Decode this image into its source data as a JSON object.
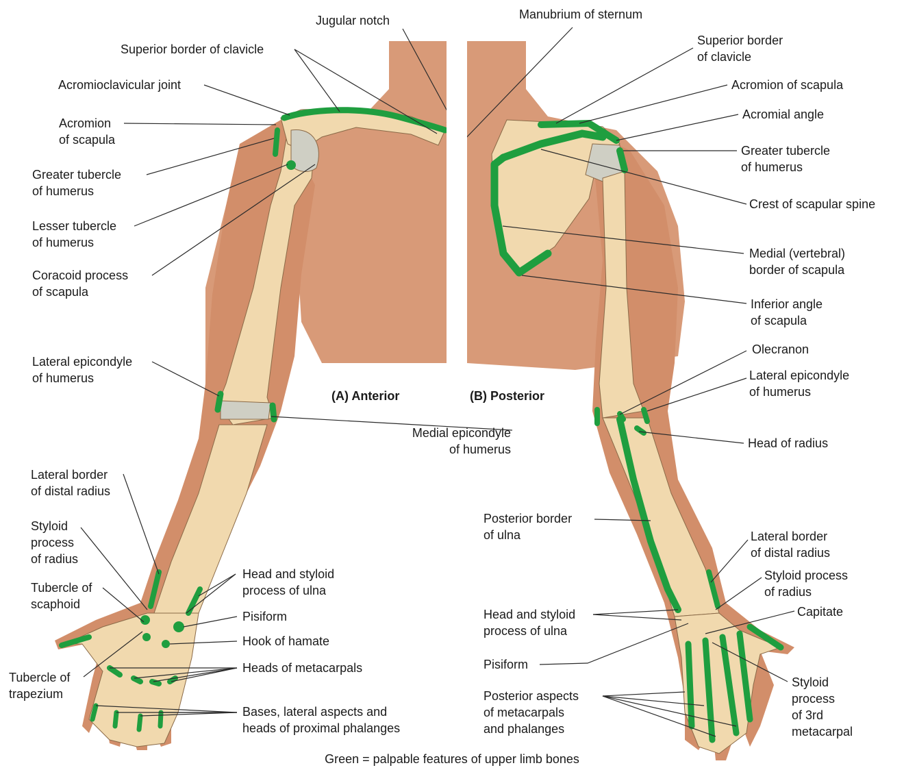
{
  "views": {
    "anterior": "(A)  Anterior",
    "posterior": "(B)  Posterior"
  },
  "legend": "Green = palpable features of upper limb bones",
  "colors": {
    "skin": "#d89a78",
    "skin_shadow": "#b86d4c",
    "bone": "#f1d9ae",
    "cartilage": "#cfcfc4",
    "palpable": "#1f9e3f",
    "leader": "#2b2b2b"
  },
  "labels_anterior": {
    "jugular_notch": "Jugular notch",
    "superior_border_clavicle": "Superior border of clavicle",
    "acromioclavicular_joint": "Acromioclavicular joint",
    "acromion": "Acromion\nof scapula",
    "greater_tubercle": "Greater tubercle\nof humerus",
    "lesser_tubercle": "Lesser tubercle\nof humerus",
    "coracoid_process": "Coracoid process\nof scapula",
    "lateral_epicondyle": "Lateral epicondyle\nof humerus",
    "lateral_border_radius": "Lateral border\nof distal radius",
    "styloid_radius": "Styloid\nprocess\nof radius",
    "tubercle_scaphoid": "Tubercle of\nscaphoid",
    "tubercle_trapezium": "Tubercle of\ntrapezium",
    "head_styloid_ulna": "Head and styloid\nprocess of ulna",
    "pisiform": "Pisiform",
    "hook_hamate": "Hook of hamate",
    "heads_metacarpals": "Heads of metacarpals",
    "bases_phalanges": "Bases, lateral aspects and\nheads of proximal phalanges"
  },
  "labels_posterior": {
    "manubrium": "Manubrium of sternum",
    "superior_border_clavicle": "Superior border\nof clavicle",
    "acromion": "Acromion of scapula",
    "acromial_angle": "Acromial angle",
    "greater_tubercle": "Greater tubercle\nof humerus",
    "crest_spine": "Crest of scapular spine",
    "medial_border": "Medial (vertebral)\nborder of scapula",
    "inferior_angle": "Inferior angle\nof scapula",
    "olecranon": "Olecranon",
    "lateral_epicondyle": "Lateral epicondyle\nof humerus",
    "head_radius": "Head of radius",
    "posterior_border_ulna": "Posterior border\nof ulna",
    "lateral_border_radius": "Lateral border\nof distal radius",
    "styloid_radius": "Styloid process\nof radius",
    "capitate": "Capitate",
    "head_styloid_ulna": "Head and styloid\nprocess of ulna",
    "pisiform": "Pisiform",
    "posterior_metacarpals": "Posterior aspects\nof metacarpals\nand phalanges",
    "styloid_3rd": "Styloid\nprocess\nof 3rd\nmetacarpal"
  },
  "labels_shared": {
    "medial_epicondyle": "Medial epicondyle\nof humerus"
  }
}
